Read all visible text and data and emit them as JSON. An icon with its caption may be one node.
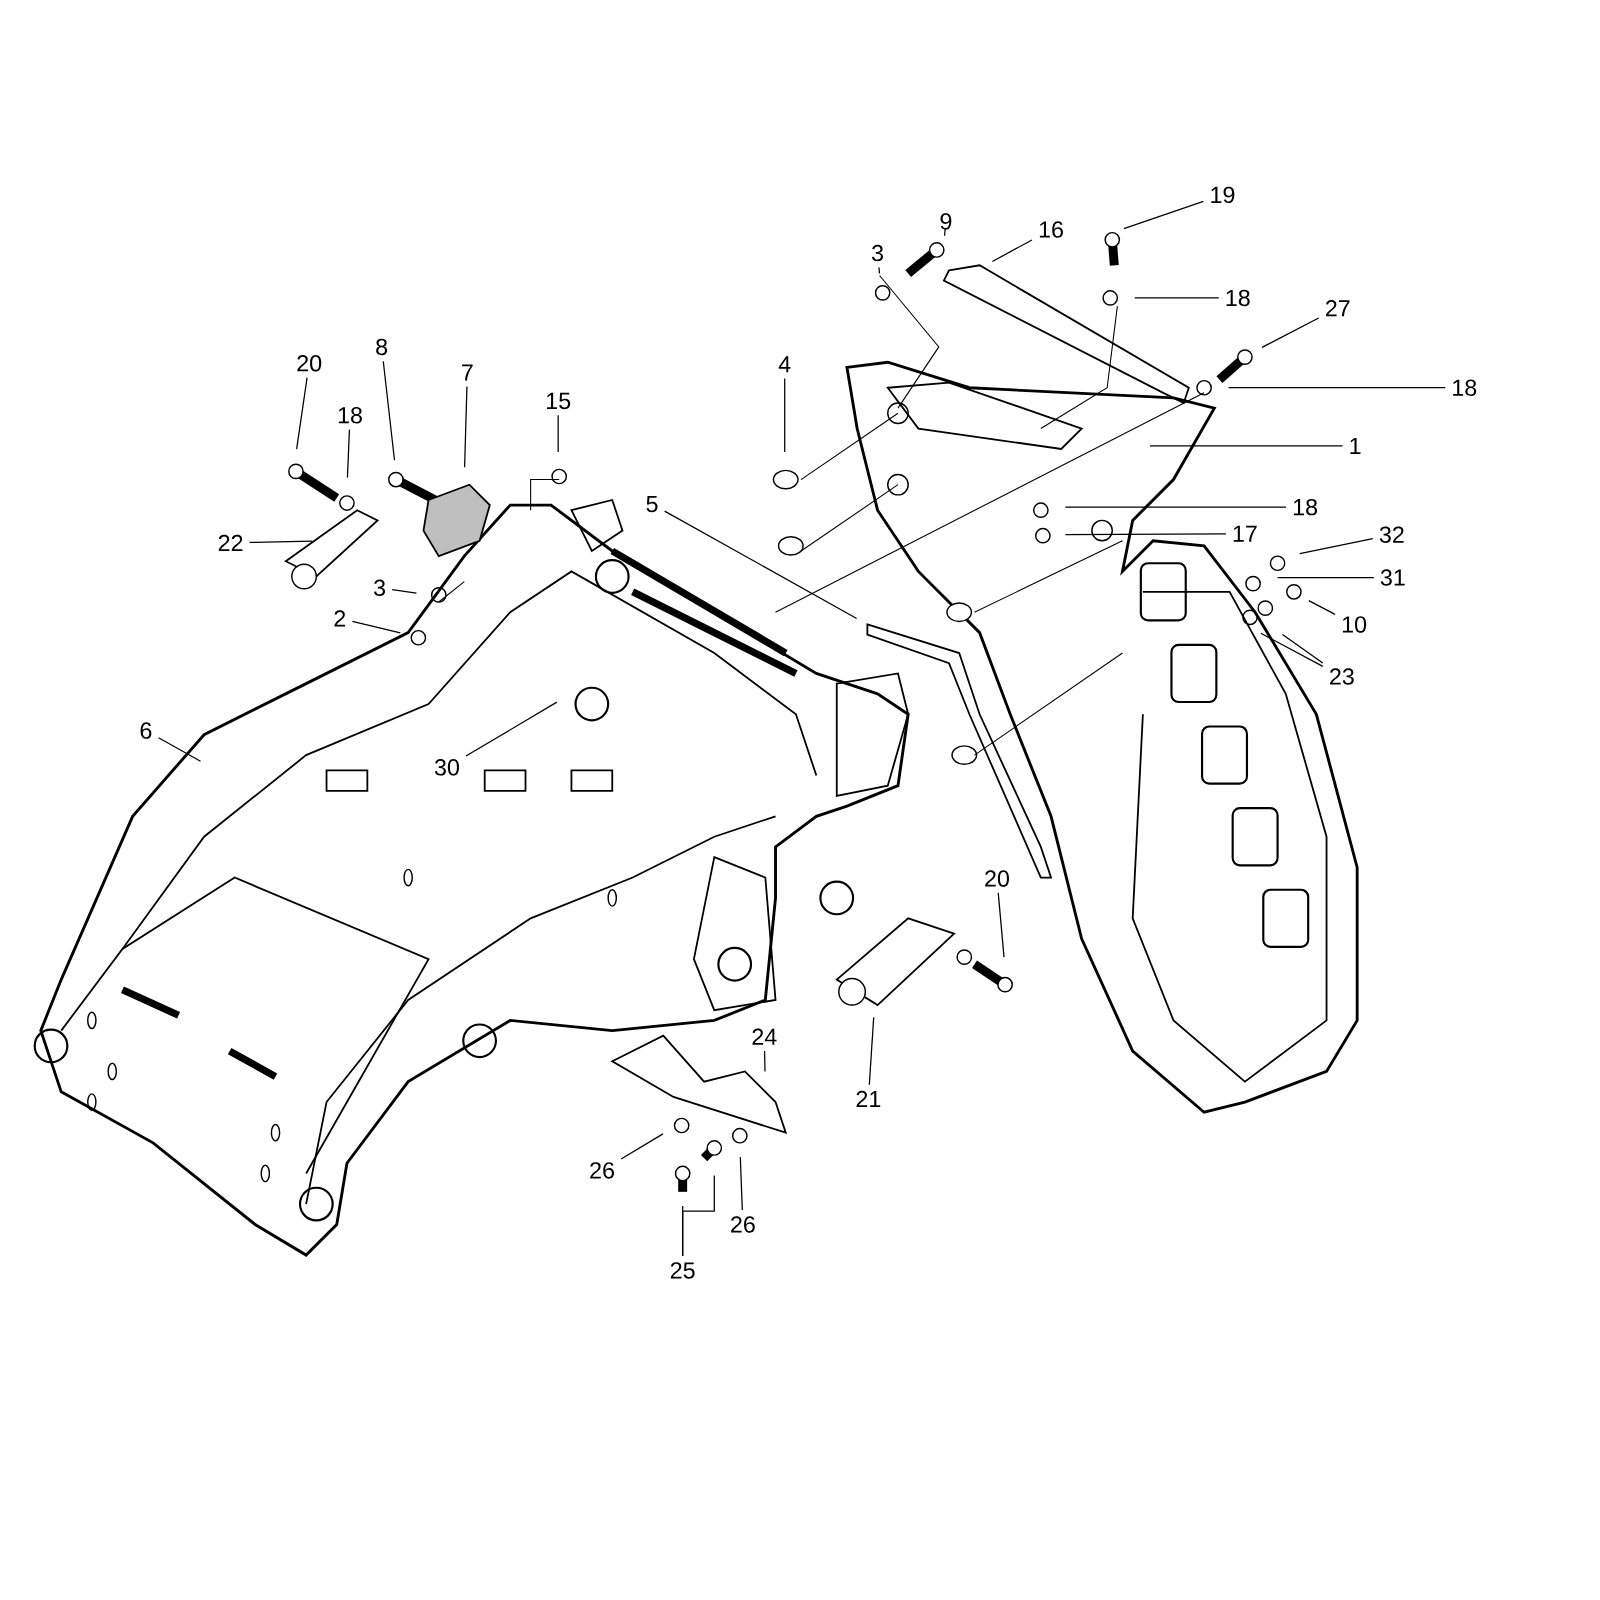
{
  "diagram": {
    "nodes": [
      {
        "text": [
          "19"
        ]
      },
      {
        "text": [
          "9"
        ]
      },
      {
        "text": [
          "16"
        ]
      },
      {
        "text": [
          "3"
        ]
      },
      {
        "text": [
          "18"
        ]
      },
      {
        "text": [
          "27"
        ]
      },
      {
        "text": [
          "8"
        ]
      },
      {
        "text": [
          "20"
        ]
      },
      {
        "text": [
          "4"
        ]
      },
      {
        "text": [
          "7"
        ]
      },
      {
        "text": [
          "18"
        ]
      },
      {
        "text": [
          "15"
        ]
      },
      {
        "text": [
          "18"
        ]
      },
      {
        "text": [
          "1"
        ]
      },
      {
        "text": [
          "5"
        ]
      },
      {
        "text": [
          "18"
        ]
      },
      {
        "text": [
          "17"
        ]
      },
      {
        "text": [
          "32"
        ]
      },
      {
        "text": [
          "22"
        ]
      },
      {
        "text": [
          "31"
        ]
      },
      {
        "text": [
          "3"
        ]
      },
      {
        "text": [
          "2"
        ]
      },
      {
        "text": [
          "10"
        ]
      },
      {
        "text": [
          "23"
        ]
      },
      {
        "text": [
          "6"
        ]
      },
      {
        "text": [
          "30"
        ]
      },
      {
        "text": [
          "20"
        ]
      },
      {
        "text": [
          "24"
        ]
      },
      {
        "text": [
          "21"
        ]
      },
      {
        "text": [
          "26"
        ]
      },
      {
        "text": [
          "26"
        ]
      },
      {
        "text": [
          "25"
        ]
      }
    ],
    "edges": [
      {
        "from": 0,
        "to": null,
        "arrow": "none"
      },
      {
        "from": 1,
        "to": null,
        "arrow": "none"
      },
      {
        "from": 2,
        "to": null,
        "arrow": "none"
      },
      {
        "from": 3,
        "to": null,
        "arrow": "none"
      },
      {
        "from": 4,
        "to": null,
        "arrow": "none"
      },
      {
        "from": 5,
        "to": null,
        "arrow": "none"
      },
      {
        "from": 6,
        "to": null,
        "arrow": "none"
      },
      {
        "from": 7,
        "to": null,
        "arrow": "none"
      },
      {
        "from": 8,
        "to": null,
        "arrow": "none"
      },
      {
        "from": 9,
        "to": null,
        "arrow": "none"
      },
      {
        "from": 10,
        "to": null,
        "arrow": "none"
      },
      {
        "from": 11,
        "to": null,
        "arrow": "none"
      },
      {
        "from": 12,
        "to": null,
        "arrow": "none"
      },
      {
        "from": 13,
        "to": null,
        "arrow": "none"
      },
      {
        "from": 14,
        "to": null,
        "arrow": "none"
      },
      {
        "from": 15,
        "to": null,
        "arrow": "none"
      },
      {
        "from": 16,
        "to": null,
        "arrow": "none"
      },
      {
        "from": 17,
        "to": null,
        "arrow": "none"
      },
      {
        "from": 18,
        "to": null,
        "arrow": "none"
      },
      {
        "from": 19,
        "to": null,
        "arrow": "none"
      },
      {
        "from": 20,
        "to": null,
        "arrow": "none"
      },
      {
        "from": 21,
        "to": null,
        "arrow": "none"
      },
      {
        "from": 22,
        "to": null,
        "arrow": "none"
      },
      {
        "from": 23,
        "to": null,
        "arrow": "none"
      },
      {
        "from": 23,
        "to": null,
        "arrow": "none"
      },
      {
        "from": 24,
        "to": null,
        "arrow": "none"
      },
      {
        "from": 25,
        "to": null,
        "arrow": "none"
      },
      {
        "from": 26,
        "to": null,
        "arrow": "none"
      },
      {
        "from": 27,
        "to": null,
        "arrow": "none"
      },
      {
        "from": 28,
        "to": null,
        "arrow": "none"
      },
      {
        "from": 29,
        "to": null,
        "arrow": "none"
      },
      {
        "from": 30,
        "to": null,
        "arrow": "none"
      },
      {
        "from": 31,
        "to": null,
        "arrow": "none"
      },
      {
        "from": 31,
        "to": null,
        "arrow": "none"
      }
    ]
  }
}
